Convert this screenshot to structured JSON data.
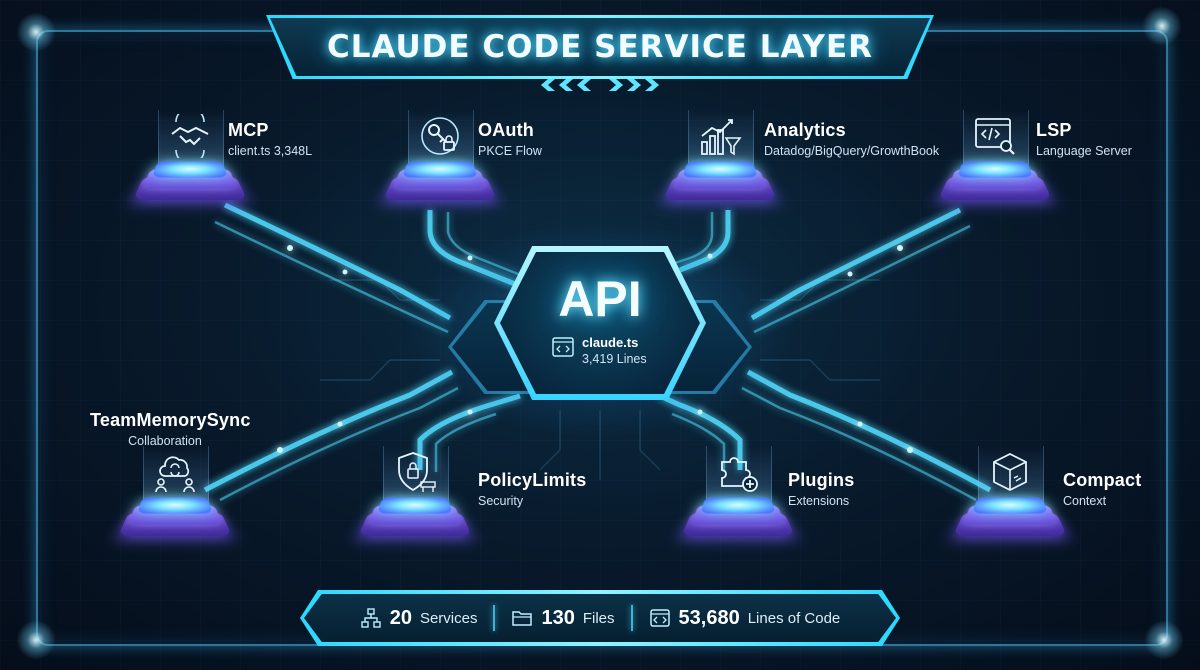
{
  "title": "CLAUDE CODE SERVICE LAYER",
  "hub": {
    "label": "API",
    "file": "claude.ts",
    "lines": "3,419 Lines",
    "icon": "code-file-icon"
  },
  "services": [
    {
      "name": "MCP",
      "sub": "client.ts 3,348L",
      "icon": "handshake-icon"
    },
    {
      "name": "OAuth",
      "sub": "PKCE Flow",
      "icon": "key-lock-icon"
    },
    {
      "name": "Analytics",
      "sub": "Datadog/BigQuery/GrowthBook",
      "icon": "bar-chart-funnel-icon"
    },
    {
      "name": "LSP",
      "sub": "Language Server",
      "icon": "code-window-search-icon"
    },
    {
      "name": "TeamMemorySync",
      "sub": "Collaboration",
      "icon": "team-sync-icon"
    },
    {
      "name": "PolicyLimits",
      "sub": "Security",
      "icon": "shield-lock-icon"
    },
    {
      "name": "Plugins",
      "sub": "Extensions",
      "icon": "puzzle-plus-icon"
    },
    {
      "name": "Compact",
      "sub": "Context",
      "icon": "box-cube-icon"
    }
  ],
  "stats": [
    {
      "value": "20",
      "label": "Services",
      "icon": "network-icon"
    },
    {
      "value": "130",
      "label": "Files",
      "icon": "folder-icon"
    },
    {
      "value": "53,680",
      "label": "Lines of Code",
      "icon": "code-window-icon"
    }
  ],
  "colors": {
    "accent": "#39d2ff",
    "pad": "#7b5cf0",
    "background": "#071626"
  }
}
